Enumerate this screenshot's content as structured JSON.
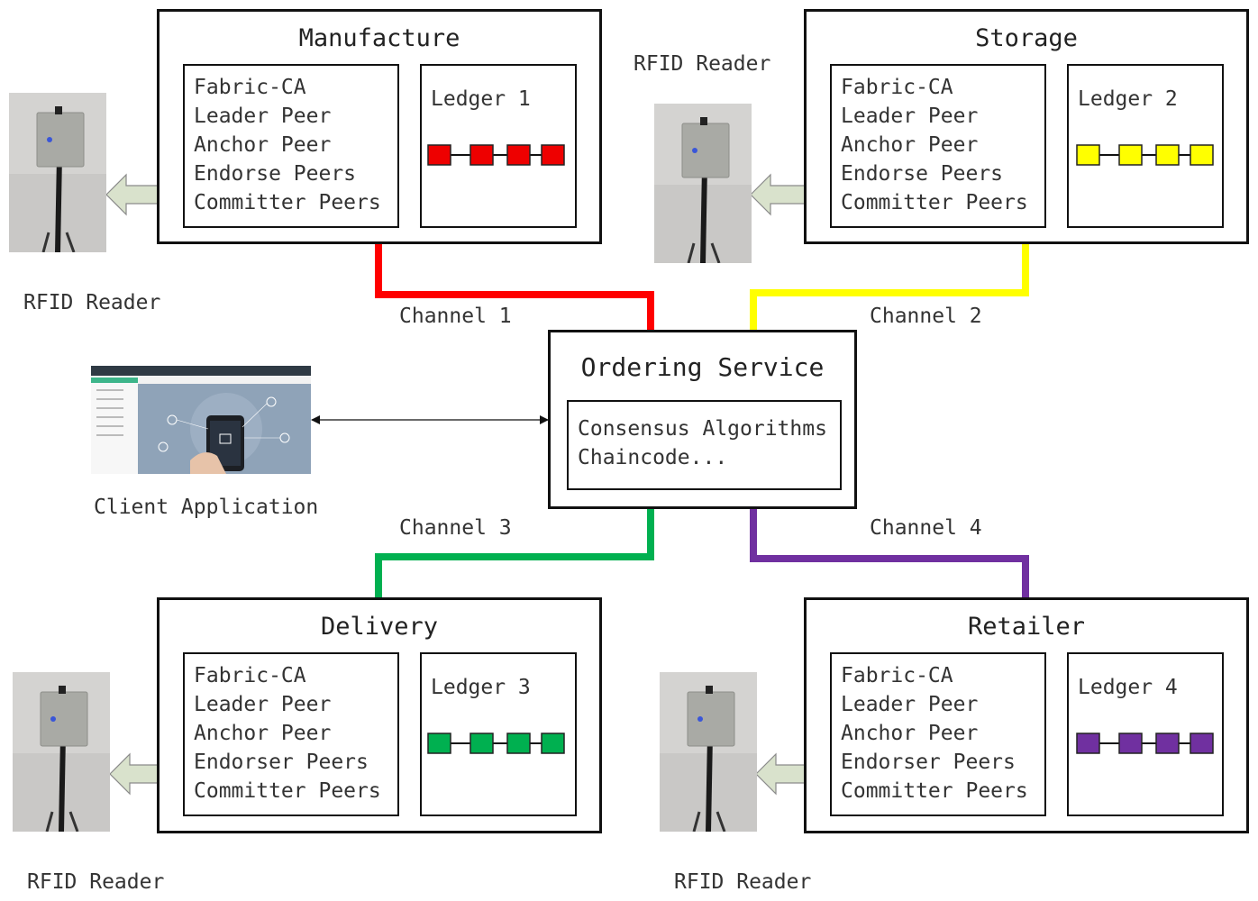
{
  "organizations": [
    {
      "title": "Manufacture",
      "roles": [
        "Fabric-CA",
        "Leader Peer",
        "Anchor Peer",
        "Endorse Peers",
        "Committer Peers"
      ],
      "ledger": "Ledger 1",
      "color": "#ee0000"
    },
    {
      "title": "Storage",
      "roles": [
        "Fabric-CA",
        "Leader Peer",
        "Anchor Peer",
        "Endorse Peers",
        "Committer Peers"
      ],
      "ledger": "Ledger 2",
      "color": "#ffff00"
    },
    {
      "title": "Delivery",
      "roles": [
        "Fabric-CA",
        "Leader Peer",
        "Anchor Peer",
        "Endorser Peers",
        "Committer Peers"
      ],
      "ledger": "Ledger 3",
      "color": "#00b050"
    },
    {
      "title": "Retailer",
      "roles": [
        "Fabric-CA",
        "Leader Peer",
        "Anchor Peer",
        "Endorser Peers",
        "Committer Peers"
      ],
      "ledger": "Ledger 4",
      "color": "#7030a0"
    }
  ],
  "ordering": {
    "title": "Ordering Service",
    "lines": [
      "Consensus Algorithms",
      "Chaincode..."
    ]
  },
  "channels": [
    {
      "label": "Channel 1",
      "color": "#ff0000"
    },
    {
      "label": "Channel 2",
      "color": "#ffff00"
    },
    {
      "label": "Channel 3",
      "color": "#00b050"
    },
    {
      "label": "Channel 4",
      "color": "#7030a0"
    }
  ],
  "rfid_label": "RFID Reader",
  "client_label": "Client Application",
  "arrow_color": "#d9e2cc"
}
